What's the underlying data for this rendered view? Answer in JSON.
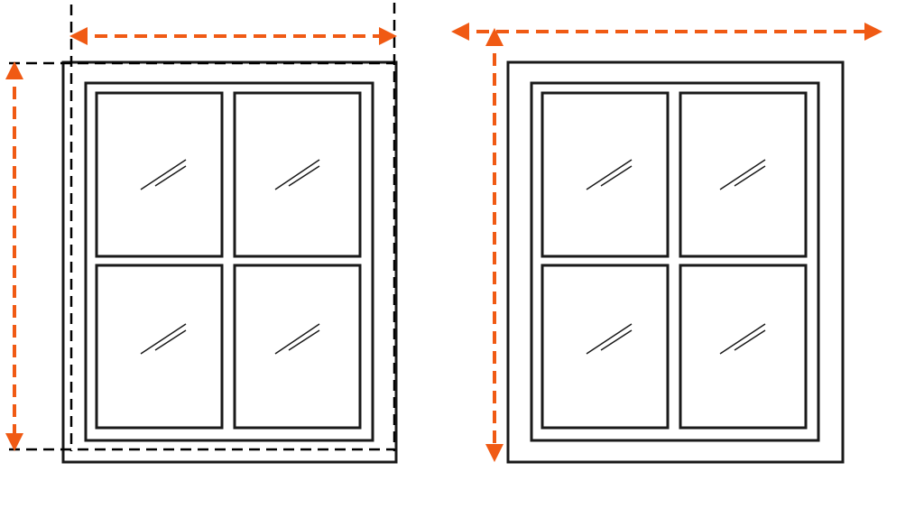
{
  "colors": {
    "background": "#ffffff",
    "frame": "#1a1a1a",
    "measure_arrow": "#f05a14",
    "guide_dash": "#000000"
  },
  "diagrams": [
    {
      "name": "window-left",
      "panes": [
        {
          "name": "top-left"
        },
        {
          "name": "top-right"
        },
        {
          "name": "bottom-left"
        },
        {
          "name": "bottom-right"
        }
      ],
      "arrows": [
        "width",
        "height"
      ],
      "icons": [
        "double-arrow-horizontal-icon",
        "double-arrow-vertical-icon",
        "glass-reflection-icon"
      ]
    },
    {
      "name": "window-right",
      "panes": [
        {
          "name": "top-left"
        },
        {
          "name": "top-right"
        },
        {
          "name": "bottom-left"
        },
        {
          "name": "bottom-right"
        }
      ],
      "arrows": [
        "width",
        "height"
      ],
      "icons": [
        "double-arrow-horizontal-icon",
        "single-arrow-vertical-icon",
        "glass-reflection-icon"
      ]
    }
  ]
}
